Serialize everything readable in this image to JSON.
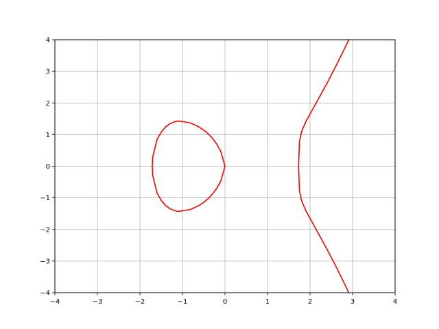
{
  "chart_data": {
    "type": "line",
    "title": "",
    "xlabel": "",
    "ylabel": "",
    "xlim": [
      -4,
      4
    ],
    "ylim": [
      -4,
      4
    ],
    "xticks": [
      -4,
      -3,
      -2,
      -1,
      0,
      1,
      2,
      3,
      4
    ],
    "yticks": [
      -4,
      -3,
      -2,
      -1,
      0,
      1,
      2,
      3,
      4
    ],
    "xtick_labels": [
      "−4",
      "−3",
      "−2",
      "−1",
      "0",
      "1",
      "2",
      "3",
      "4"
    ],
    "ytick_labels": [
      "−4",
      "−3",
      "−2",
      "−1",
      "0",
      "1",
      "2",
      "3",
      "4"
    ],
    "grid": true,
    "legend": "none",
    "colors": {
      "curve": "#ff0000",
      "grid": "#b0b0b0",
      "axes": "#000000"
    },
    "series": [
      {
        "x": [
          -1.71,
          -1.7,
          -1.6,
          -1.5,
          -1.4,
          -1.3,
          -1.2,
          -1.1,
          -1.0,
          -0.9,
          -0.8,
          -0.7,
          -0.6,
          -0.5,
          -0.4,
          -0.3,
          -0.2,
          -0.1,
          0.0,
          -0.1,
          -0.2,
          -0.3,
          -0.4,
          -0.5,
          -0.6,
          -0.7,
          -0.8,
          -0.9,
          -1.0,
          -1.1,
          -1.2,
          -1.3,
          -1.4,
          -1.5,
          -1.6,
          -1.7,
          -1.71
        ],
        "y": [
          0.0,
          0.29,
          0.84,
          1.08,
          1.24,
          1.34,
          1.4,
          1.43,
          1.41,
          1.39,
          1.36,
          1.3,
          1.23,
          1.14,
          1.03,
          0.89,
          0.71,
          0.47,
          0.0,
          -0.47,
          -0.71,
          -0.89,
          -1.03,
          -1.14,
          -1.23,
          -1.3,
          -1.36,
          -1.39,
          -1.41,
          -1.43,
          -1.4,
          -1.34,
          -1.24,
          -1.08,
          -0.84,
          -0.29,
          0.0
        ]
      },
      {
        "x": [
          2.91,
          2.8,
          2.6,
          2.4,
          2.2,
          2.0,
          1.9,
          1.8,
          1.75,
          1.73,
          1.75,
          1.8,
          1.9,
          2.0,
          2.2,
          2.4,
          2.6,
          2.8,
          2.91
        ],
        "y": [
          4.0,
          3.69,
          3.15,
          2.63,
          2.14,
          1.65,
          1.41,
          1.09,
          0.77,
          0.0,
          -0.77,
          -1.09,
          -1.41,
          -1.65,
          -2.14,
          -2.63,
          -3.15,
          -3.69,
          -4.0
        ]
      }
    ]
  }
}
